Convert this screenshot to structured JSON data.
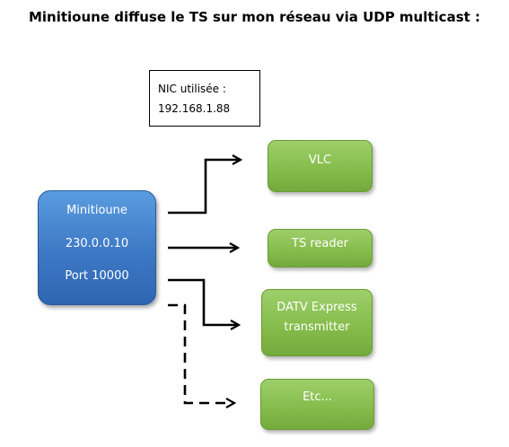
{
  "title": "Minitioune diffuse le TS sur mon réseau via UDP multicast :",
  "nic": {
    "label": "NIC utilisée :",
    "ip": "192.168.1.88"
  },
  "source": {
    "name": "Minitioune",
    "address": "230.0.0.10",
    "port": "Port 10000"
  },
  "targets": [
    {
      "label": "VLC"
    },
    {
      "label": "TS reader"
    },
    {
      "label_line1": "DATV Express",
      "label_line2": "transmitter"
    },
    {
      "label": "Etc..."
    }
  ]
}
